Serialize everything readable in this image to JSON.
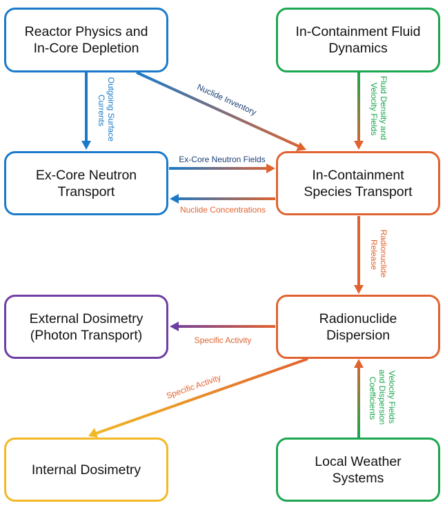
{
  "colors": {
    "blue": "#1a7ac9",
    "green": "#1aa64e",
    "orange": "#e0632f",
    "purple": "#6f3ea3",
    "yellow": "#f2b825",
    "navy": "#1b3f74"
  },
  "nodes": {
    "reactor_physics": {
      "lines": [
        "Reactor Physics and",
        "In-Core Depletion"
      ]
    },
    "fluid_dynamics": {
      "lines": [
        "In-Containment Fluid",
        "Dynamics"
      ]
    },
    "ex_core": {
      "lines": [
        "Ex-Core Neutron",
        "Transport"
      ]
    },
    "species_transport": {
      "lines": [
        "In-Containment",
        "Species Transport"
      ]
    },
    "external_dosimetry": {
      "lines": [
        "External Dosimetry",
        "(Photon Transport)"
      ]
    },
    "dispersion": {
      "lines": [
        "Radionuclide",
        "Dispersion"
      ]
    },
    "internal_dosimetry": {
      "lines": [
        "Internal Dosimetry"
      ]
    },
    "weather": {
      "lines": [
        "Local Weather",
        "Systems"
      ]
    }
  },
  "edges": {
    "outgoing_currents": {
      "lines": [
        "Outgoing Surface",
        "Currents"
      ]
    },
    "nuclide_inventory": {
      "lines": [
        "Nuclide Inventory"
      ]
    },
    "fluid_fields": {
      "lines": [
        "Fluid Density and",
        "Velocity Fields"
      ]
    },
    "ex_core_fields": {
      "lines": [
        "Ex-Core Neutron Fields"
      ]
    },
    "nuclide_concentrations": {
      "lines": [
        "Nuclide Concentrations"
      ]
    },
    "radionuclide_release": {
      "lines": [
        "Radionuclide",
        "Release"
      ]
    },
    "specific_activity_external": {
      "lines": [
        "Specific Activity"
      ]
    },
    "specific_activity_internal": {
      "lines": [
        "Specific Activity"
      ]
    },
    "velocity_dispersion": {
      "lines": [
        "Velocity Fields",
        "and Dispersion",
        "Coefficients"
      ]
    }
  }
}
